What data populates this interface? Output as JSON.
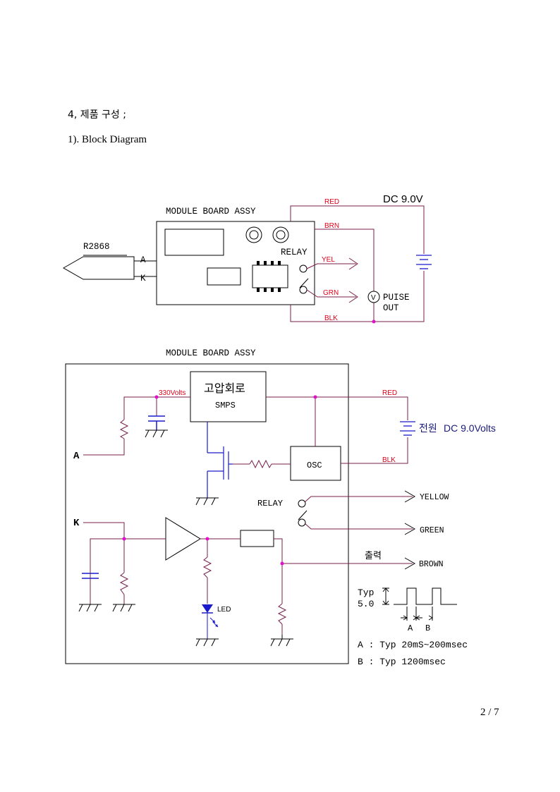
{
  "document": {
    "section_title": "4, 제품 구성 ;",
    "subsection_title": "1). Block Diagram",
    "page_number": "2 / 7"
  },
  "diagram1": {
    "module_label": "MODULE BOARD ASSY",
    "sensor_label": "R2868",
    "pin_a": "A",
    "pin_k": "K",
    "relay_label": "RELAY",
    "power_label": "DC 9.0V",
    "wire_red": "RED",
    "wire_brn": "BRN",
    "wire_yel": "YEL",
    "wire_grn": "GRN",
    "wire_blk": "BLK",
    "meter_symbol": "V",
    "pulse_out_line1": "PUISE",
    "pulse_out_line2": "OUT"
  },
  "diagram2": {
    "module_label": "MODULE BOARD ASSY",
    "volts_label": "330Volts",
    "smps_title": "고압회로",
    "smps_sub": "SMPS",
    "osc_label": "OSC",
    "wire_red": "RED",
    "wire_blk": "BLK",
    "power_prefix": "전원",
    "power_value": "DC 9.0Volts",
    "input_a": "A",
    "input_k": "K",
    "relay_label": "RELAY",
    "out_yellow": "YELLOW",
    "out_green": "GREEN",
    "out_label": "출력",
    "out_brown": "BROWN",
    "led_label": "LED",
    "typ_label": "Typ",
    "typ_value": "5.0",
    "timing_a": "A",
    "timing_b": "B",
    "note_a": "A : Typ 20mS~200msec",
    "note_b": "B : Typ 1200msec"
  },
  "colors": {
    "wire": "#7a1f4a",
    "red_label": "#e0001b",
    "blue": "#1a1acc",
    "node": "#e010c8",
    "led": "#1a1acc",
    "power_text": "#1a1a7a"
  }
}
